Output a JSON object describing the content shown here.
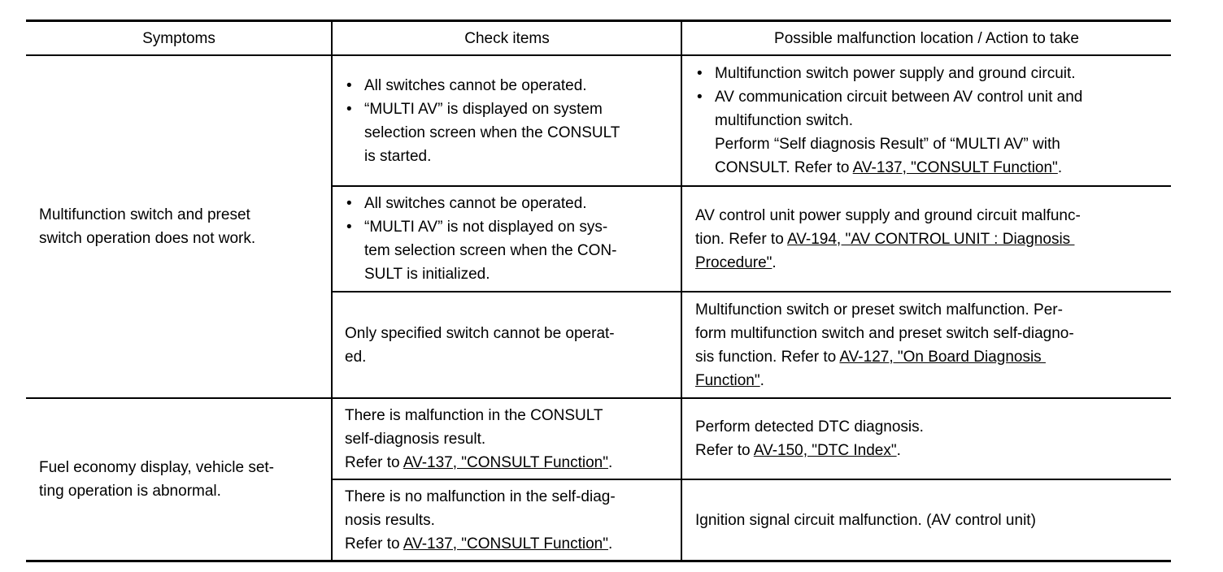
{
  "headers": [
    "Symptoms",
    "Check items",
    "Possible malfunction location / Action to take"
  ],
  "bullet": "•",
  "groups": [
    {
      "symptom": [
        "Multifunction switch and preset",
        "switch operation does not work."
      ],
      "rows": [
        {
          "check": [
            "All switches cannot be operated.",
            "“MULTI AV” is displayed on system",
            "selection screen when the CONSULT",
            "is started."
          ],
          "action": {
            "lines": [
              "Multifunction switch power supply and ground circuit.",
              "AV communication circuit between AV control unit and",
              "multifunction switch.",
              "Perform “Self diagnosis Result” of “MULTI AV” with"
            ],
            "last_prefix": "CONSULT. Refer to ",
            "link": "AV-137, \"CONSULT Function\"",
            "suffix": "."
          }
        },
        {
          "check": [
            "All switches cannot be operated.",
            "“MULTI AV” is not displayed on sys-",
            "tem selection screen when the CON-",
            "SULT is initialized."
          ],
          "action": {
            "line1": "AV control unit power supply and ground circuit malfunc-",
            "prefix": "tion. Refer to ",
            "link_a": "AV-194, \"AV CONTROL UNIT : Diagnosis ",
            "link_b": "Procedure\"",
            "suffix": "."
          }
        },
        {
          "check": [
            "Only specified switch cannot be operat-",
            "ed."
          ],
          "action": {
            "lines": [
              "Multifunction switch or preset switch malfunction. Per-",
              "form multifunction switch and preset switch self-diagno-"
            ],
            "prefix": "sis function. Refer to ",
            "link_a": "AV-127, \"On Board Diagnosis ",
            "link_b": "Function\"",
            "suffix": "."
          }
        }
      ]
    },
    {
      "symptom": [
        "Fuel economy display, vehicle set-",
        "ting operation is abnormal."
      ],
      "rows": [
        {
          "check": [
            "There is malfunction in the CONSULT",
            "self-diagnosis result."
          ],
          "check_prefix": "Refer to ",
          "check_link": "AV-137, \"CONSULT Function\"",
          "check_suffix": ".",
          "action": {
            "line1": "Perform detected DTC diagnosis.",
            "prefix": "Refer to ",
            "link": "AV-150, \"DTC Index\"",
            "suffix": "."
          }
        },
        {
          "check": [
            "There is no malfunction in the self-diag-",
            "nosis results."
          ],
          "check_prefix": "Refer to ",
          "check_link": "AV-137, \"CONSULT Function\"",
          "check_suffix": ".",
          "action": {
            "line1": "Ignition signal circuit malfunction. (AV control unit)"
          }
        }
      ]
    }
  ]
}
